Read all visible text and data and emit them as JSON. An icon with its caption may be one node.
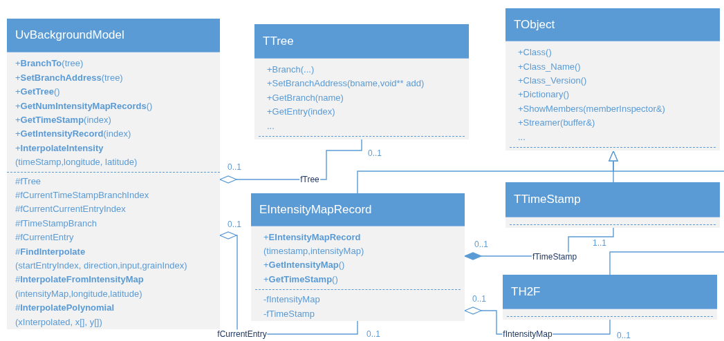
{
  "diagram": {
    "nodes": [
      {
        "text": [
          "UvBackgroundModel",
          "+**BranchTo**(tree)",
          "+**SetBranchAddress**(tree)",
          "+**GetTree**()",
          "+**GetNumIntensityMapRecords**()",
          "+**GetTimeStamp**(index)",
          "+**GetIntensityRecord**(index)",
          "+**InterpolateIntensity**",
          "(timeStamp,longitude, latitude)",
          "#fTree",
          "#fCurrentTimeStampBranchIndex",
          "#fCurrentCurrentEntryIndex",
          "#fTimeStampBranch",
          "#fCurrentEntry",
          "#**FindInterpolate**",
          "(startEntryIndex, direction,input,grainIndex)",
          "#**InterpolateFromIntensityMap**",
          "(intensityMap,longitude,latitude)",
          "#**InterpolatePolynomial**",
          "(xInterpolated, x[], y[])"
        ]
      },
      {
        "text": [
          "TTree",
          "+Branch(...)",
          "+SetBranchAddress(bname,void** add)",
          "+GetBranch(name)",
          "+GetEntry(index)",
          "..."
        ]
      },
      {
        "text": [
          "TObject",
          "+Class()",
          "+Class_Name()",
          "+Class_Version()",
          "+Dictionary()",
          "+ShowMembers(memberInspector&)",
          "+Streamer(buffer&)",
          "..."
        ]
      },
      {
        "text": [
          "EIntensityMapRecord",
          "+**EIntensityMapRecord**",
          "(timestamp,intensityMap)",
          "+**GetIntensityMap**()",
          "+**GetTimeStamp**()",
          "-fIntensityMap",
          "-fTimeStamp"
        ]
      },
      {
        "text": [
          "TTimeStamp"
        ]
      },
      {
        "text": [
          "TH2F"
        ]
      }
    ],
    "edges": [
      {
        "from": 0,
        "to": 1,
        "arrow": "other",
        "label": "fTree"
      },
      {
        "from": 0,
        "to": 3,
        "arrow": "other",
        "label": "fCurrentEntry"
      },
      {
        "from": 3,
        "to": 4,
        "arrow": "other",
        "label": "fTimeStamp"
      },
      {
        "from": 3,
        "to": 5,
        "arrow": "other",
        "label": "fIntensityMap"
      },
      {
        "from": 4,
        "to": 2,
        "arrow": "to"
      },
      {
        "from": 3,
        "to": 2,
        "arrow": "to"
      },
      {
        "from": null,
        "to": 2,
        "arrow": "to"
      },
      {
        "from": 5,
        "to": null,
        "arrow": "none"
      }
    ],
    "labels": [
      "0..1",
      "0..1",
      "0..1",
      "0..1",
      "0..1",
      "1..1",
      "0..1",
      "0..1"
    ]
  }
}
